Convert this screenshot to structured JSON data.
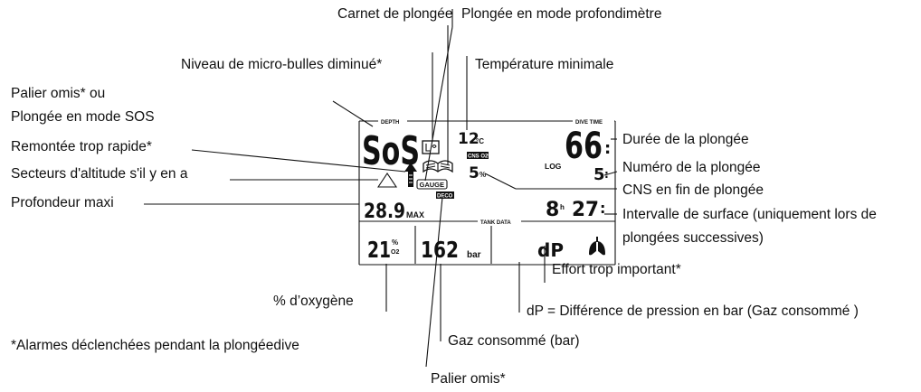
{
  "labels": {
    "carnet": "Carnet de plongée",
    "profondimetre": "Plongée en mode profondimètre",
    "micro_bulles": "Niveau de micro-bulles diminué*",
    "temp_min": "Température minimale",
    "palier_omis_l1": "Palier omis* ou",
    "palier_omis_l2": "Plongée en mode SOS",
    "remontee": "Remontée trop rapide*",
    "altitude": "Secteurs d'altitude s'il y en a",
    "prof_maxi": "Profondeur maxi",
    "duree": "Durée de la plongée",
    "numero": "Numéro de la plongée",
    "cns": "CNS en fin de plongée",
    "intervalle_l1": "Intervalle de surface (uniquement lors de",
    "intervalle_l2": "plongées successives)",
    "effort": "Effort trop important*",
    "oxygene": "% d’oxygène",
    "dp": "dP = Différence de pression en bar (Gaz consommé )",
    "alarmes": "*Alarmes déclenchées pendant la plongéedive",
    "gaz": "Gaz consommé (bar)",
    "palier_bas": "Palier omis*"
  },
  "display": {
    "depth_label": "DEPTH",
    "dive_time_label": "DIVE TIME",
    "tank_data_label": "TANK DATA",
    "sos_text": "SoS",
    "temperature": "12",
    "temp_unit": "°C",
    "cns_badge": "CNS O2%",
    "cns_value": "5",
    "cns_unit": "%",
    "dive_time": "66",
    "log_label": "LOG",
    "dive_number": "5",
    "gauge_badge": "GAUGE",
    "deco_badge": "DECO",
    "max_depth": "28.9",
    "max_label": "MAX",
    "surface_hours": "8",
    "hour_unit": "h",
    "surface_minutes": "27",
    "oxygen_value": "21",
    "oxygen_unit": "%",
    "oxygen_sub": "O2",
    "pressure_value": "162",
    "bar_label": "bar",
    "dp_label": "dP"
  }
}
